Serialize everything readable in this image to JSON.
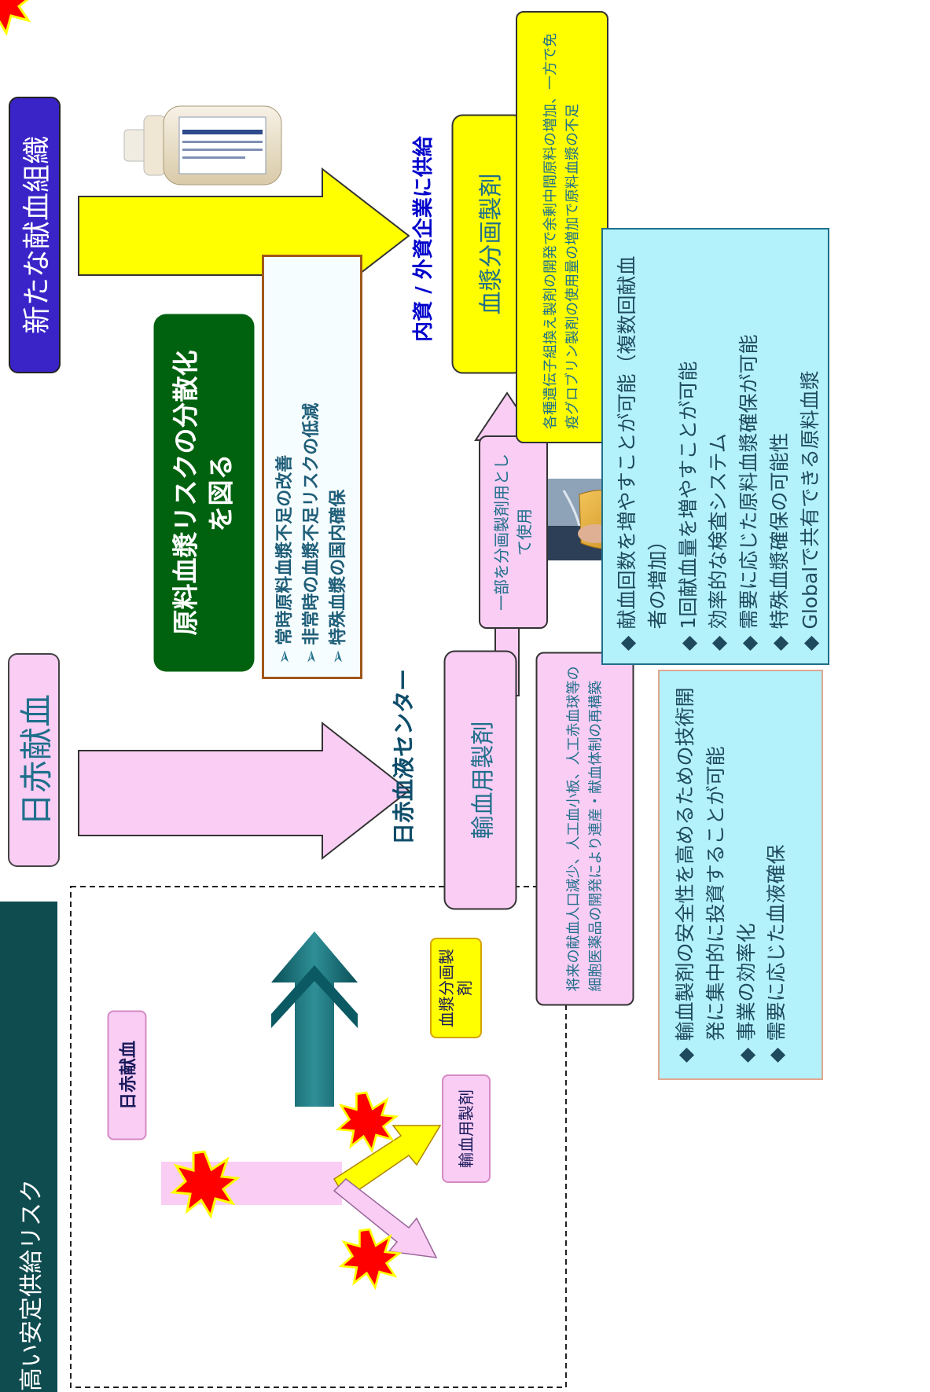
{
  "legacy_panel": {
    "title": "高い安定供給リスク",
    "source_label": "日赤献血",
    "fractionation_label": "血漿分画製剤",
    "transfusion_label": "輸血用製剤"
  },
  "jrc_donation": {
    "label": "日赤献血"
  },
  "new_donation": {
    "label": "新たな献血組織"
  },
  "risk_box": {
    "title": "原料血漿リスクの分散化を図る"
  },
  "risk_points": [
    "常時原料血漿不足の改善",
    "非常時の血漿不足リスクの低減",
    "特殊血漿の国内確保"
  ],
  "jrc_center": {
    "label": "日赤血液センター"
  },
  "domestic_supply": {
    "label": "内資 / 外資企業に供給"
  },
  "transfusion_box": {
    "label": "輸血用製剤"
  },
  "fractionation_box": {
    "label": "血漿分画製剤"
  },
  "partial_use": {
    "label": "一部を分画製剤用として使用"
  },
  "future_note": {
    "text": "将来の献血人口減少、人工血小板、人工赤血球等の細胞医薬品の開発により連産・献血体制の再構築"
  },
  "fractionation_note": {
    "text": "各種遺伝子組換え製剤の開発で余剰中間原料の増加、一方で免疫グロブリン製剤の使用量の増加で原料血漿の不足"
  },
  "transfusion_benefits": [
    "輸血製剤の安全性を高めるための技術開発に集中的に投資することが可能",
    "事業の効率化",
    "需要に応じた血液確保"
  ],
  "new_org_benefits": [
    "献血回数を増やすことが可能（複数回献血者の増加）",
    "1回献血量を増やすことが可能",
    "効率的な検査システム",
    "需要に応じた原料血漿確保が可能",
    "特殊血漿確保の可能性",
    "Globalで共有できる原料血漿"
  ],
  "icons": {
    "explosion": "explosion-icon",
    "plasma_bottle": "plasma-bottle-icon",
    "blood_bag": "blood-bag-photo"
  },
  "colors": {
    "pink": "#f9cdf4",
    "yellow": "#ffff00",
    "light_blue": "#b3f1fb",
    "dark_teal": "#0f4c50",
    "navy_purple": "#3a24c8",
    "green": "#00620f",
    "red": "#ff0000",
    "blue_text": "#0000cc"
  }
}
